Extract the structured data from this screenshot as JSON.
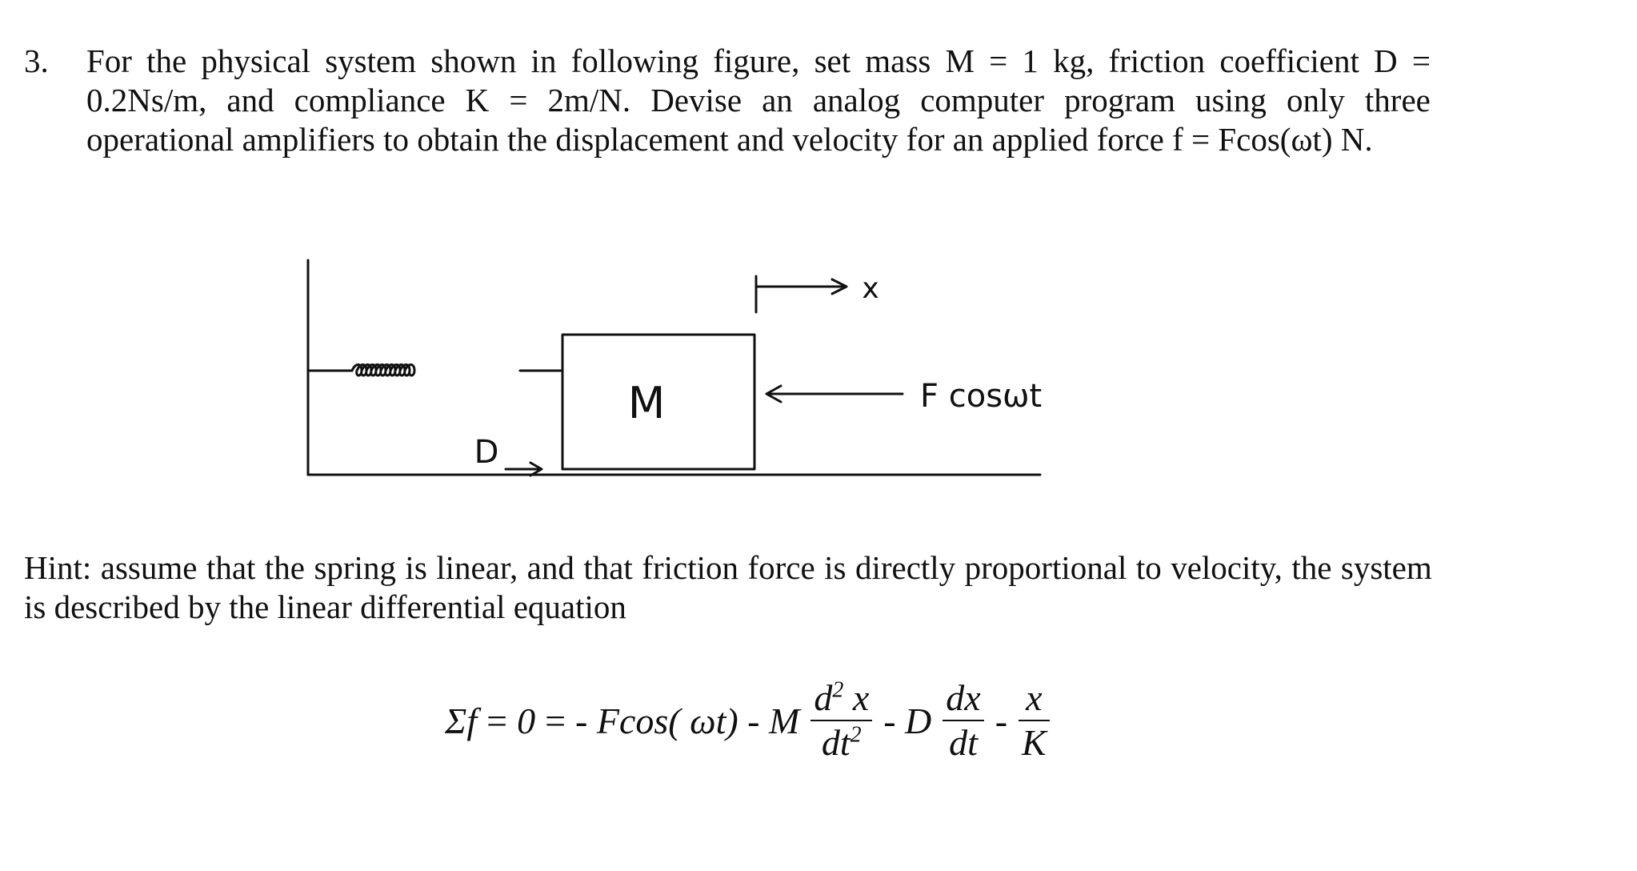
{
  "problem": {
    "number": "3.",
    "line1": [
      "For",
      "the",
      "physical",
      "system",
      "shown",
      "in",
      "following",
      "figure,",
      "set",
      "mass",
      "M",
      "=",
      "1",
      "kg,",
      "friction",
      "coefficient",
      "D",
      "="
    ],
    "line2": [
      "0.2Ns/m,",
      "and",
      "compliance",
      "K",
      "=",
      "2m/N.",
      "Devise",
      "an",
      "analog",
      "computer",
      "program",
      "using",
      "only",
      "three"
    ],
    "line3": "operational amplifiers to obtain the displacement and velocity for an applied force f = Fcos(ωt) N."
  },
  "figure": {
    "x_label": "x",
    "mass_label": "M",
    "damper_label": "D",
    "force_label": "F cosωt"
  },
  "hint": {
    "line1": [
      "Hint:",
      "assume",
      "that",
      "the",
      "spring",
      "is",
      "linear,",
      "and",
      "that",
      "friction",
      "force",
      "is",
      "directly",
      "proportional",
      "to",
      "velocity,",
      "the",
      "system"
    ],
    "line2": "is described by the linear differential equation"
  },
  "equation": {
    "lhs": "Σf",
    "eq1": "=",
    "zero": "0",
    "eq2": "=",
    "term1": "- Fcos( ωt) - M",
    "frac1_num": "d",
    "frac1_num_sup": "2",
    "frac1_num_var": " x",
    "frac1_den": "dt",
    "frac1_den_sup": "2",
    "minus_d": "- D",
    "frac2_num": "dx",
    "frac2_den": "dt",
    "minus": "-",
    "frac3_num": "x",
    "frac3_den": "K"
  }
}
